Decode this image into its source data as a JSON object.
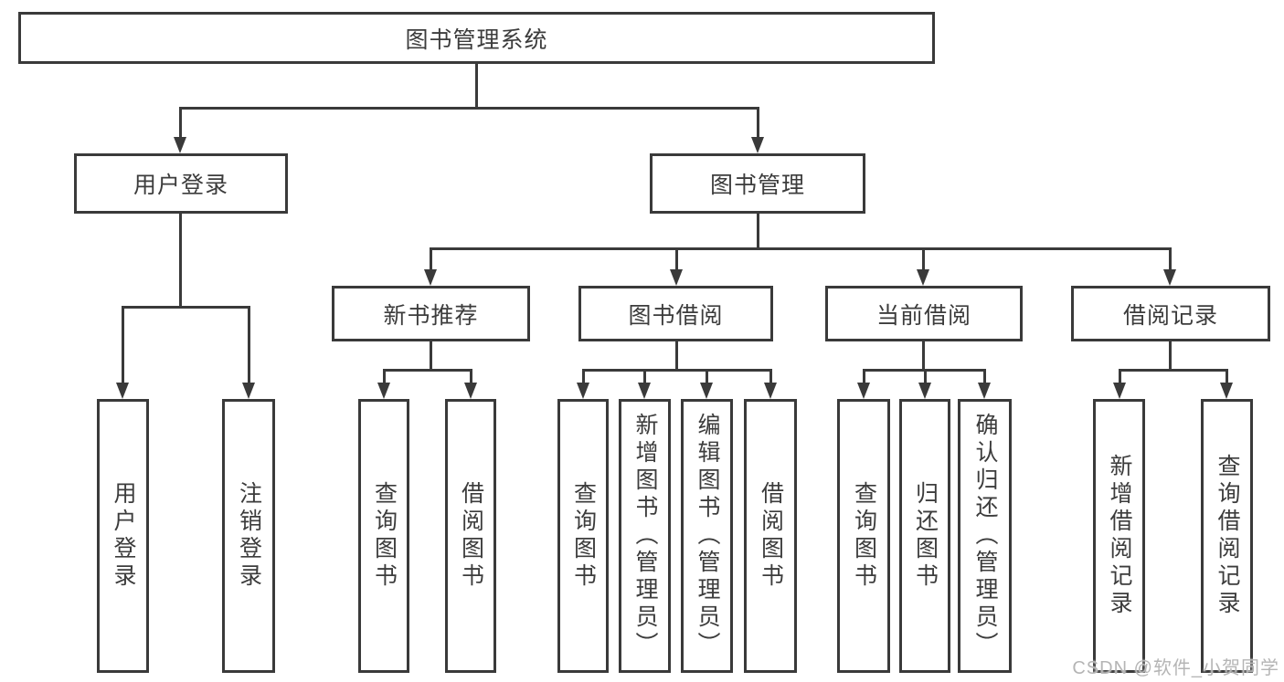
{
  "tree": {
    "label": "图书管理系统",
    "children": [
      {
        "label": "用户登录",
        "children": [
          {
            "label": "用户登录"
          },
          {
            "label": "注销登录"
          }
        ]
      },
      {
        "label": "图书管理",
        "children": [
          {
            "label": "新书推荐",
            "children": [
              {
                "label": "查询图书"
              },
              {
                "label": "借阅图书"
              }
            ]
          },
          {
            "label": "图书借阅",
            "children": [
              {
                "label": "查询图书"
              },
              {
                "label": "新增图书（管理员）"
              },
              {
                "label": "编辑图书（管理员）"
              },
              {
                "label": "借阅图书"
              }
            ]
          },
          {
            "label": "当前借阅",
            "children": [
              {
                "label": "查询图书"
              },
              {
                "label": "归还图书"
              },
              {
                "label": "确认归还（管理员）"
              }
            ]
          },
          {
            "label": "借阅记录",
            "children": [
              {
                "label": "新增借阅记录"
              },
              {
                "label": "查询借阅记录"
              }
            ]
          }
        ]
      }
    ]
  },
  "watermark": {
    "text": "CSDN @软件_小贺同学"
  },
  "colors": {
    "line": "#3a3a3a",
    "text": "#3c3c3c",
    "box_fill": "#ffffff",
    "watermark": "#b5b5b5"
  }
}
